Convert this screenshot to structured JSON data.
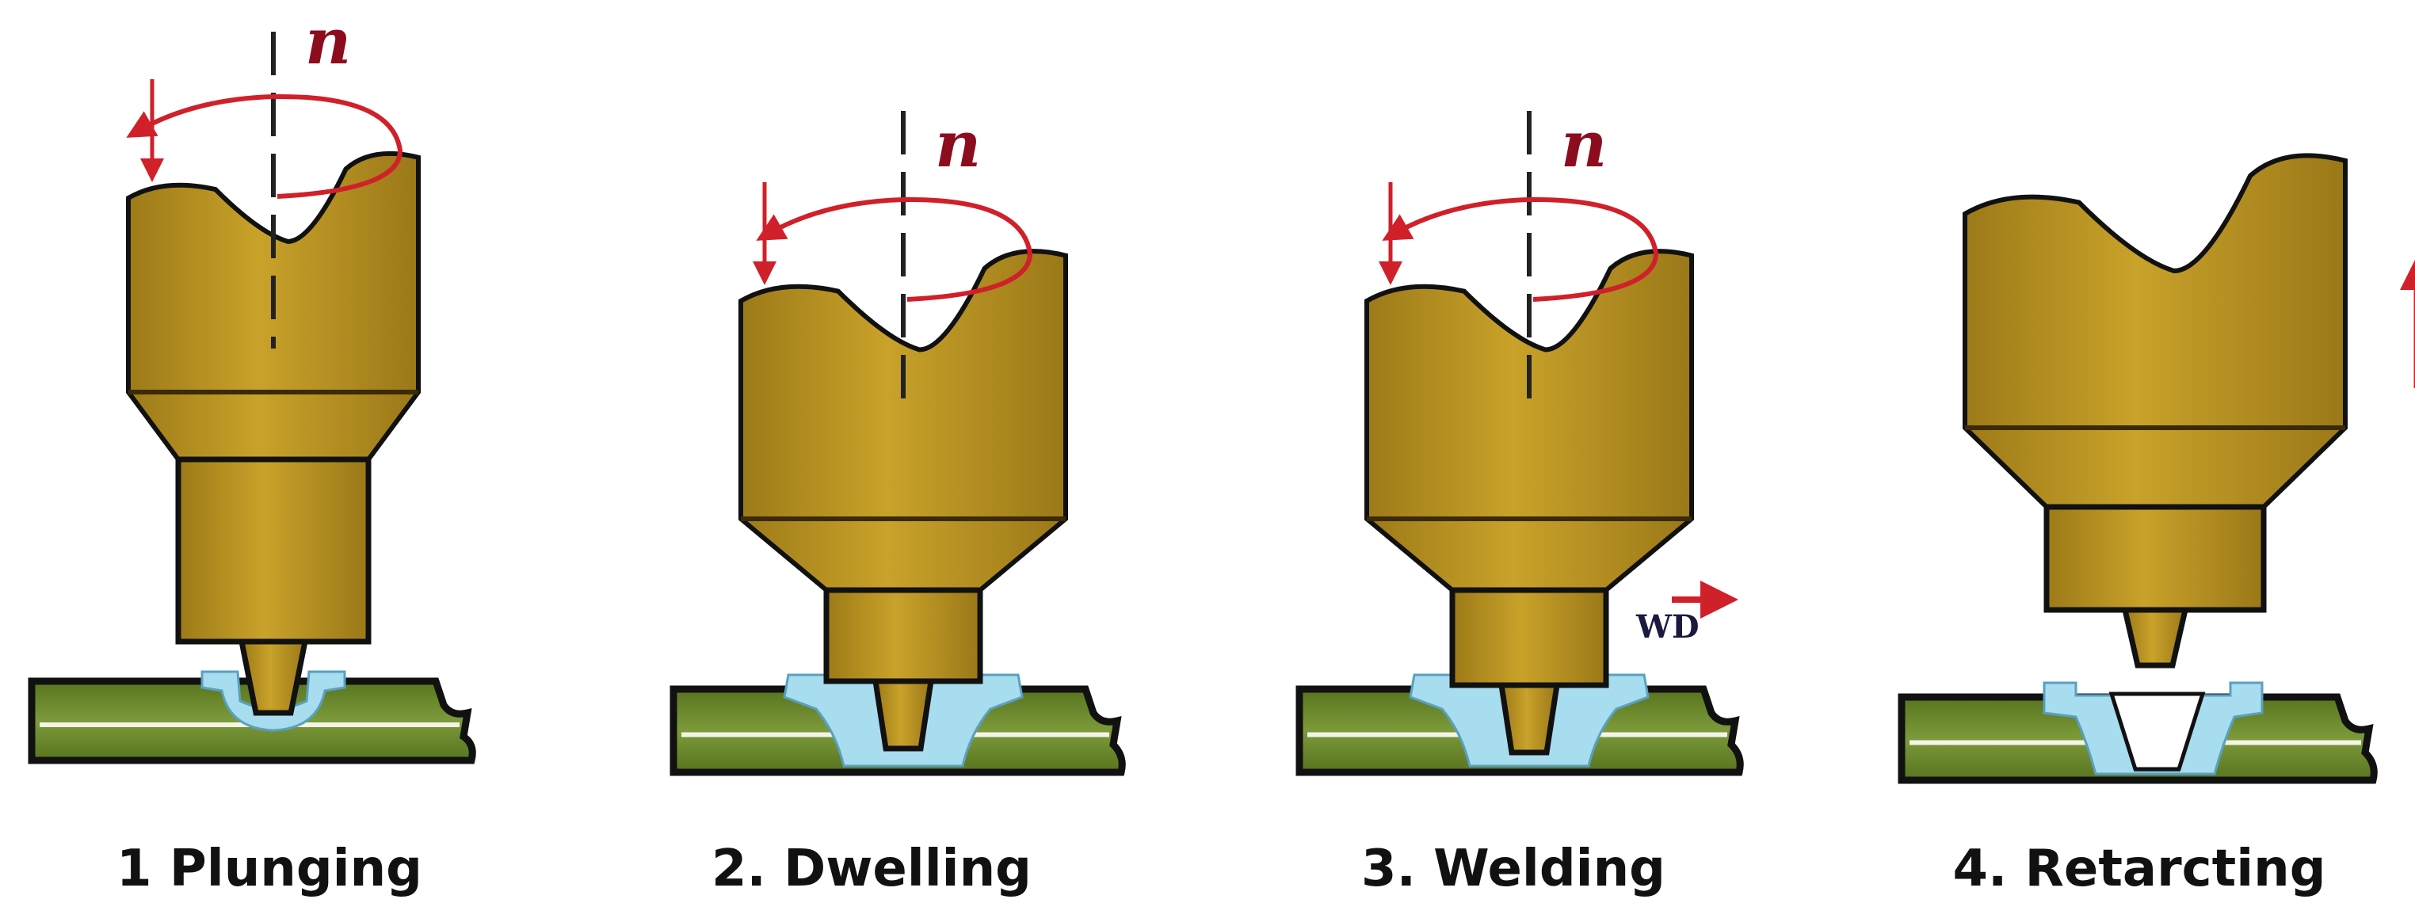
{
  "stages": [
    {
      "label": "1 Plunging",
      "motion": "down"
    },
    {
      "label": "2. Dwelling",
      "motion": "down"
    },
    {
      "label": "3. Welding",
      "motion": "down",
      "direction_label": "WD"
    },
    {
      "label": "4. Retarcting",
      "motion": "up"
    }
  ],
  "rotation_symbol": "n",
  "colors": {
    "tool": "#b8921f",
    "tool_dark": "#8f6e14",
    "plate": "#6b8a2c",
    "weld_zone": "#a8dcef",
    "arrow": "#d0202a",
    "rotation_label": "#8b0d1e",
    "outline": "#111111"
  }
}
